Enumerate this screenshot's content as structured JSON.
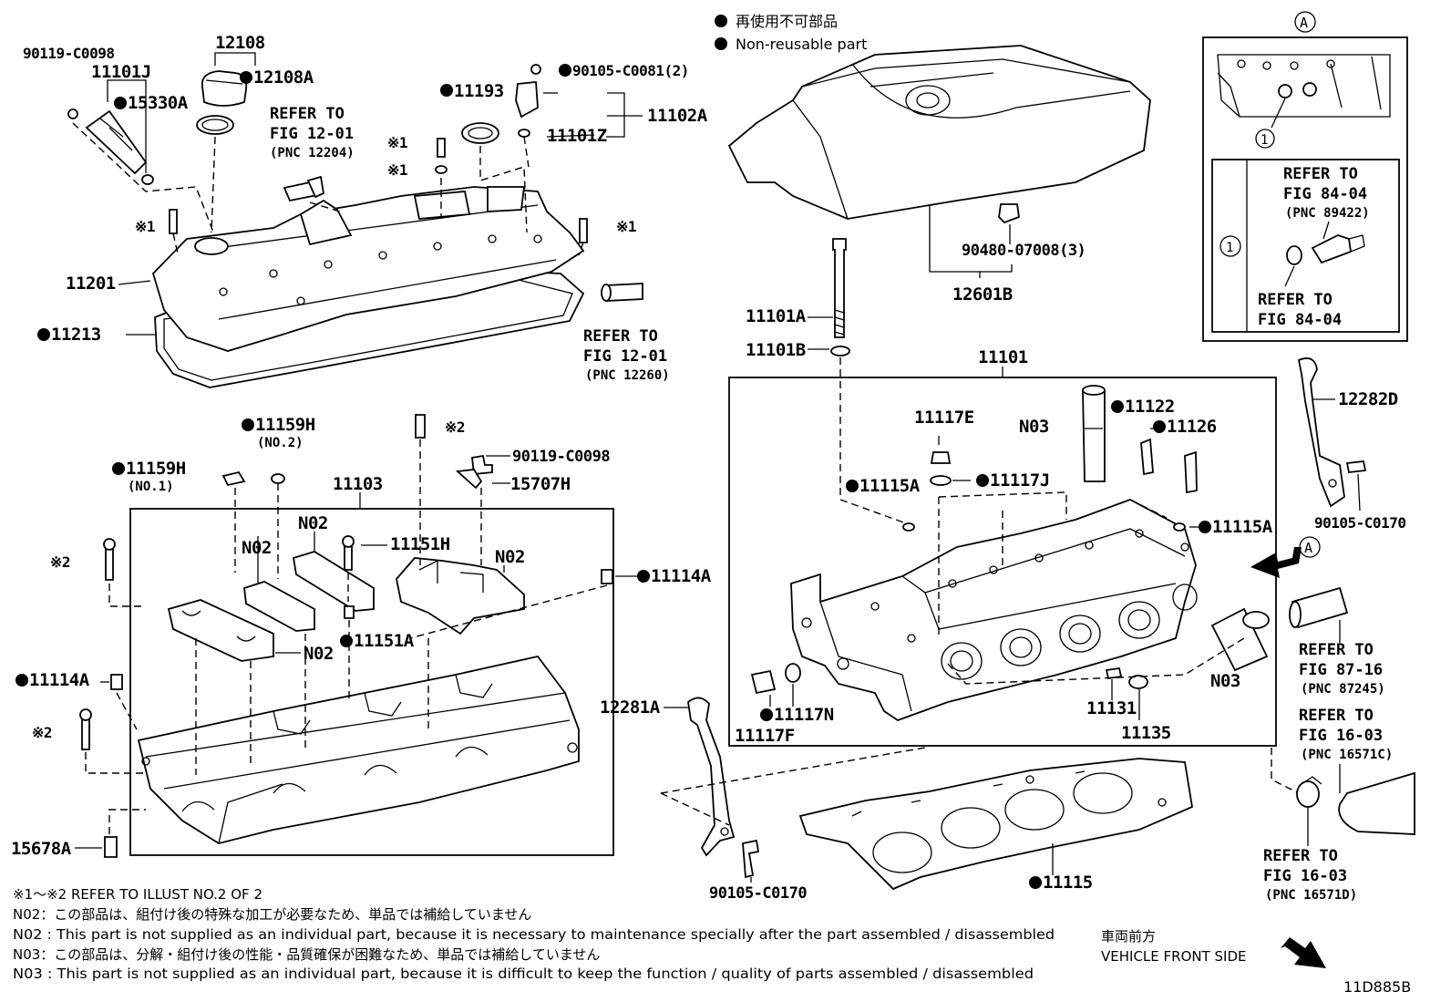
{
  "legend": {
    "jp": "再使用不可部品",
    "en": "Non-reusable part"
  },
  "labels": {
    "p90119_c0098_top": "90119-C0098",
    "p12108": "12108",
    "p11101j": "11101J",
    "p12108a": "12108A",
    "p15330a": "15330A",
    "p11193": "11193",
    "p90105_c0081": "90105-C0081(2)",
    "p11102a": "11102A",
    "p11101z": "11101Z",
    "p11201": "11201",
    "p11213": "11213",
    "mark1_a": "※1",
    "mark1_b": "※1",
    "mark1_c": "※1",
    "mark1_d": "※1",
    "p90480": "90480-07008(3)",
    "p12601b": "12601B",
    "p11101a": "11101A",
    "p11101b": "11101B",
    "p11101": "11101",
    "p12282d": "12282D",
    "p90105_c0170_r": "90105-C0170",
    "p11117e": "11117E",
    "p11122": "11122",
    "n03_top": "N03",
    "p11126": "11126",
    "p11115a_l": "11115A",
    "p11117j": "11117J",
    "p11115a_r": "11115A",
    "p11117n": "11117N",
    "p11117f": "11117F",
    "p11131": "11131",
    "p11135": "11135",
    "n03_right": "N03",
    "p12281a": "12281A",
    "p90105_c0170_b": "90105-C0170",
    "p11115": "11115",
    "p11159h_no2": "11159H",
    "no2_sub": "(NO.2)",
    "p11159h_no1": "11159H",
    "no1_sub": "(NO.1)",
    "p11103": "11103",
    "mark2_a": "※2",
    "p90119_c0098_mid": "90119-C0098",
    "p15707h": "15707H",
    "mark2_b": "※2",
    "n02_a": "N02",
    "n02_b": "N02",
    "p11151h": "11151H",
    "n02_c": "N02",
    "p11114a_r": "11114A",
    "n02_d": "N02",
    "p11151a": "11151A",
    "p11114a_l": "11114A",
    "mark2_c": "※2",
    "p15678a": "15678A",
    "circle_a_top": "A",
    "circle_a_arrow": "A",
    "circle_1_top": "1",
    "circle_1_box": "1",
    "diagram_code": "11D885B"
  },
  "refs": {
    "fig1201_a": {
      "l1": "REFER TO",
      "l2": "FIG 12-01",
      "pnc": "(PNC 12204)"
    },
    "fig1201_b": {
      "l1": "REFER TO",
      "l2": "FIG 12-01",
      "pnc": "(PNC 12260)"
    },
    "fig8404_a": {
      "l1": "REFER TO",
      "l2": "FIG 84-04",
      "pnc": "(PNC 89422)"
    },
    "fig8404_b": {
      "l1": "REFER TO",
      "l2": "FIG 84-04"
    },
    "fig8716": {
      "l1": "REFER TO",
      "l2": "FIG 87-16",
      "pnc": "(PNC 87245)"
    },
    "fig1603_c": {
      "l1": "REFER TO",
      "l2": "FIG 16-03",
      "pnc": "(PNC 16571C)"
    },
    "fig1603_d": {
      "l1": "REFER TO",
      "l2": "FIG 16-03",
      "pnc": "(PNC 16571D)"
    }
  },
  "notes": {
    "n1": "※1～※2  REFER TO ILLUST NO.2 OF 2",
    "n2": "N02：この部品は、組付け後の特殊な加工が必要なため、単品では補給していません",
    "n3": "N02 : This part is not supplied as an individual part, because it is necessary to maintenance specially after the part assembled / disassembled",
    "n4": "N03：この部品は、分解・組付け後の性能・品質確保が困難なため、単品では補給していません",
    "n5": "N03 : This part is not supplied as an individual part, because it is difficult to keep the function / quality of parts  assembled / disassembled"
  },
  "front": {
    "jp": "車両前方",
    "en": "VEHICLE FRONT SIDE"
  }
}
